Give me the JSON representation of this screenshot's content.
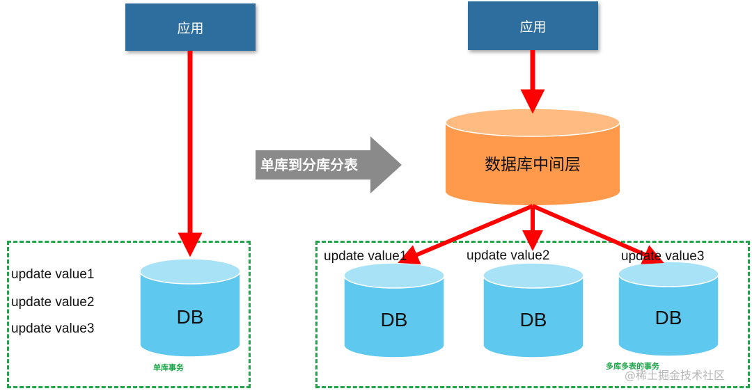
{
  "left": {
    "app_label": "应用",
    "updates": [
      "update value1",
      "update value2",
      "update value3"
    ],
    "db_label": "DB",
    "caption": "单库事务"
  },
  "transition": {
    "label": "单库到分库分表"
  },
  "right": {
    "app_label": "应用",
    "middle_layer": "数据库中间层",
    "updates": [
      "update value1",
      "update value2",
      "update value3"
    ],
    "db_labels": [
      "DB",
      "DB",
      "DB"
    ],
    "caption": "多库多表的事务"
  },
  "watermark": "@稀土掘金技术社区",
  "colors": {
    "app_box": "#2d6e9e",
    "arrow": "#ff0000",
    "db_body": "#5fc8ee",
    "db_top": "#a8e2f7",
    "middle_body": "#ff9a4d",
    "middle_top": "#ffbb80",
    "dashed_border": "#1ea54a",
    "gray_arrow": "#8a8a8a"
  }
}
